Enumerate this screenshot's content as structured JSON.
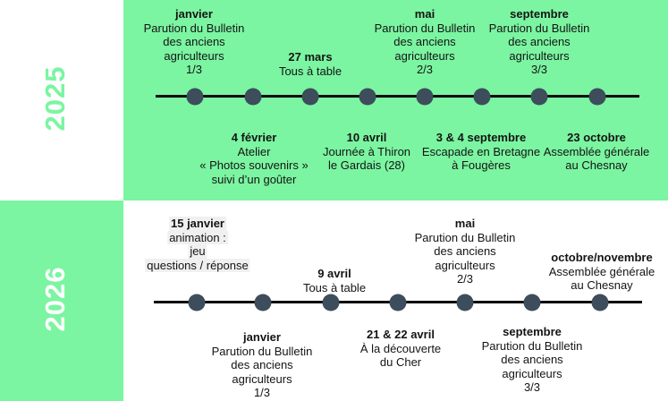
{
  "colors": {
    "panel_green": "#7bf5a1",
    "dot": "#3d4d5b",
    "line": "#0a0a0a",
    "text": "#141414",
    "year_2025_text": "#7bf5a1",
    "year_2026_text": "#ffffff"
  },
  "years": [
    {
      "label": "2025",
      "above": [
        {
          "date": "janvier",
          "lines": [
            "Parution du Bulletin",
            "des anciens",
            "agriculteurs",
            "1/3"
          ]
        },
        {
          "date": "27 mars",
          "lines": [
            "Tous à table"
          ]
        },
        {
          "date": "mai",
          "lines": [
            "Parution du Bulletin",
            "des anciens",
            "agriculteurs",
            "2/3"
          ]
        },
        {
          "date": "septembre",
          "lines": [
            "Parution du Bulletin",
            "des anciens",
            "agriculteurs",
            "3/3"
          ]
        }
      ],
      "below": [
        {
          "date": "4 février",
          "lines": [
            "Atelier",
            "« Photos souvenirs »",
            "suivi d’un goûter"
          ]
        },
        {
          "date": "10 avril",
          "lines": [
            "Journée à Thiron",
            "le Gardais (28)"
          ]
        },
        {
          "date": "3 & 4 septembre",
          "lines": [
            "Escapade en Bretagne",
            "à Fougères"
          ]
        },
        {
          "date": "23 octobre",
          "lines": [
            "Assemblée générale",
            "au Chesnay"
          ]
        }
      ]
    },
    {
      "label": "2026",
      "above": [
        {
          "date": "15 janvier",
          "lines": [
            "animation :",
            "jeu",
            "questions / réponse"
          ]
        },
        {
          "date": "9 avril",
          "lines": [
            "Tous à table"
          ]
        },
        {
          "date": "mai",
          "lines": [
            "Parution du Bulletin",
            "des anciens",
            "agriculteurs",
            "2/3"
          ]
        },
        {
          "date": "octobre/novembre",
          "lines": [
            "Assemblée générale",
            "au Chesnay"
          ]
        }
      ],
      "below": [
        {
          "date": "janvier",
          "lines": [
            "Parution du Bulletin",
            "des anciens",
            "agriculteurs",
            "1/3"
          ]
        },
        {
          "date": "21 & 22 avril",
          "lines": [
            "À la découverte",
            "du Cher"
          ]
        },
        {
          "date": "septembre",
          "lines": [
            "Parution du Bulletin",
            "des anciens",
            "agriculteurs",
            "3/3"
          ]
        }
      ]
    }
  ]
}
